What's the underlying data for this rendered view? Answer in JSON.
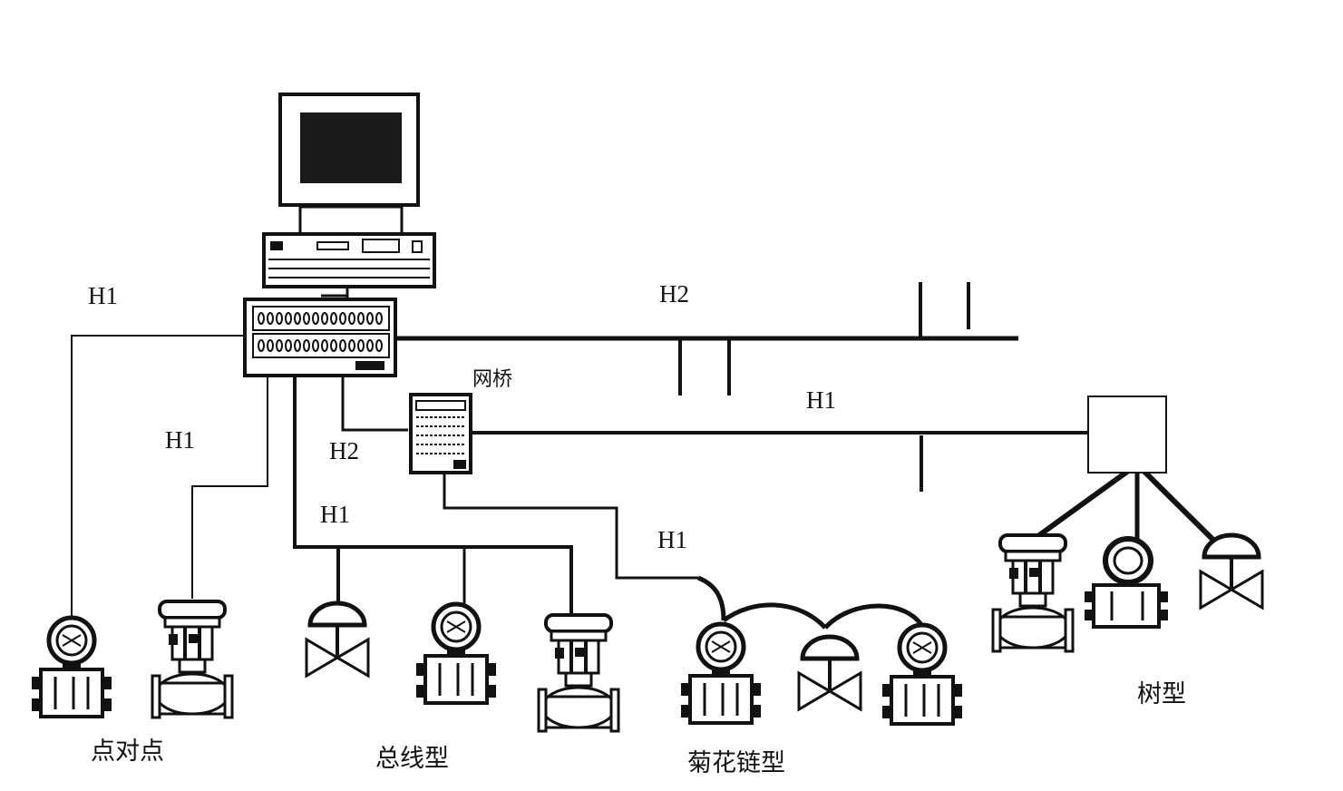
{
  "labels": {
    "h1_left": "H1",
    "h2_top": "H2",
    "h1_mid": "H1",
    "h2_bridge": "H2",
    "h1_bus": "H1",
    "h1_upper": "H1",
    "h1_daisy": "H1",
    "bridge": "网桥"
  },
  "captions": {
    "point_to_point": "点对点",
    "bus": "总线型",
    "daisy_chain": "菊花链型",
    "tree": "树型"
  },
  "colors": {
    "line": "#111111",
    "fill": "#ffffff",
    "screen": "#1a1a1a"
  },
  "icons": [
    "computer-monitor-icon",
    "computer-cpu-unit-icon",
    "controller-rack-icon",
    "bridge-module-icon",
    "junction-box-icon",
    "transmitter-icon",
    "control-valve-icon",
    "diaphragm-valve-icon"
  ]
}
